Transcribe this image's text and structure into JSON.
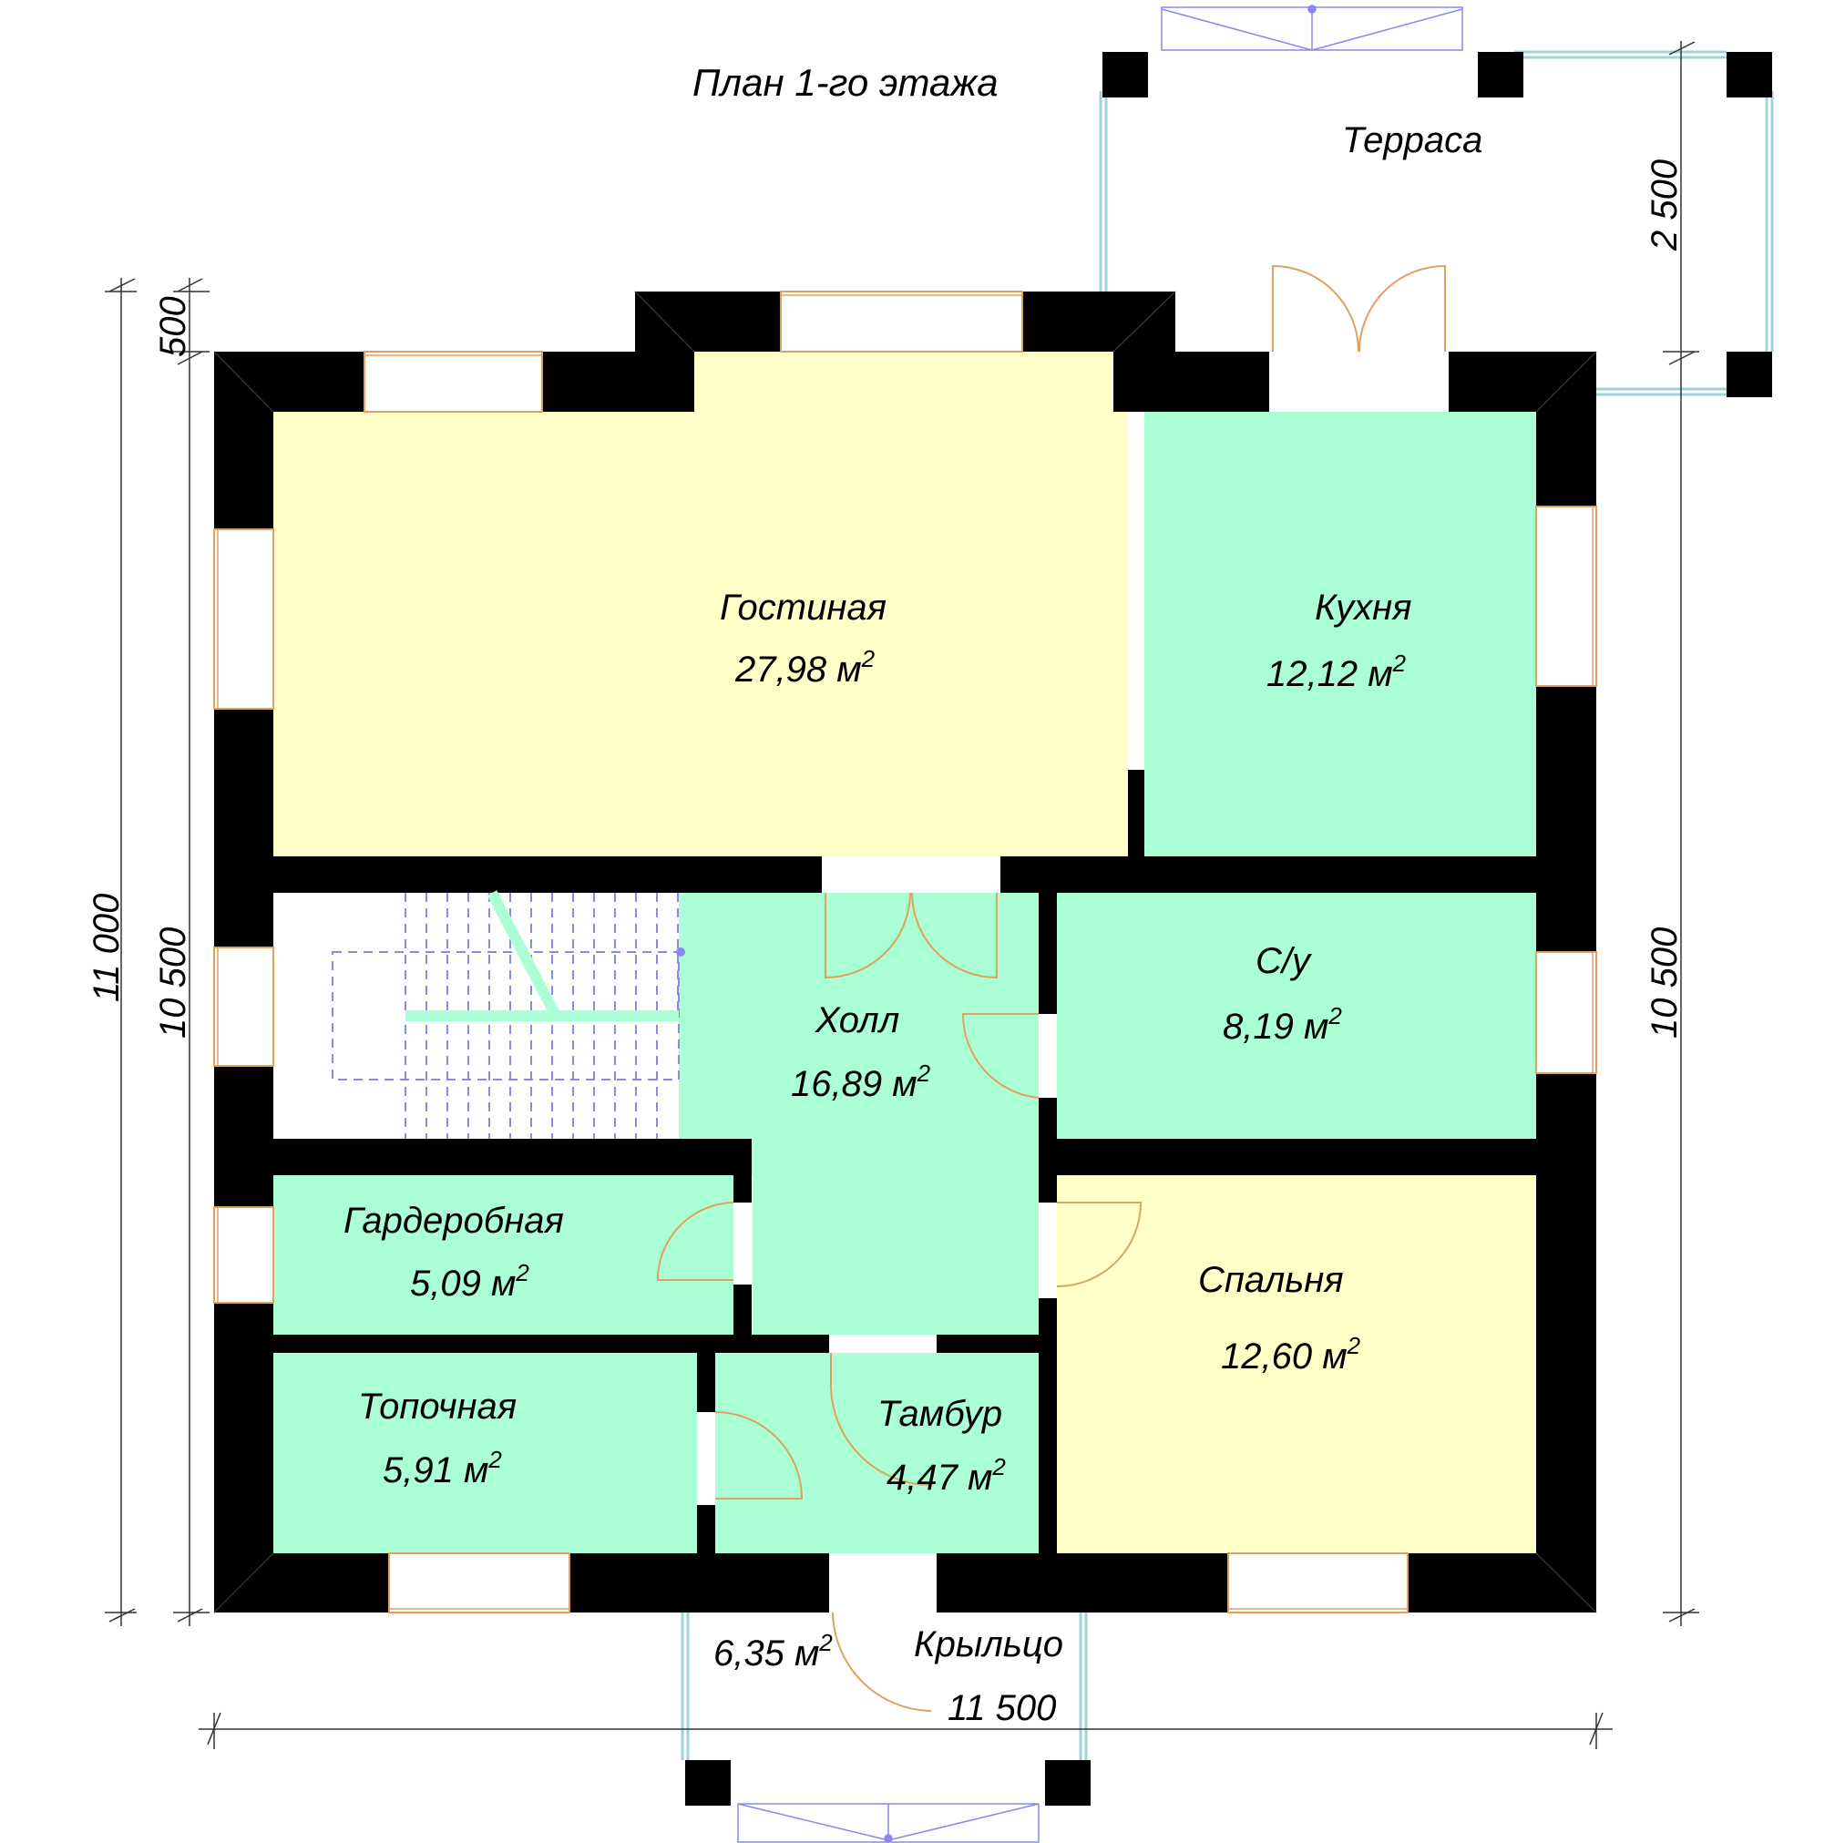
{
  "plan": {
    "title": "План 1-го этажа",
    "colors": {
      "wall": "#000000",
      "room_yellow": "#ffffc8",
      "room_green": "#aaffd4",
      "window": "#ffffff",
      "door_arc": "#e0a060",
      "terrace_rail": "#9fd4d4",
      "stair": "#8888ee"
    },
    "area_unit": "м",
    "area_exp": "2",
    "rooms": {
      "living": {
        "name": "Гостиная",
        "area": "27,98"
      },
      "kitchen": {
        "name": "Кухня",
        "area": "12,12"
      },
      "bathroom": {
        "name": "С/у",
        "area": "8,19"
      },
      "hall": {
        "name": "Холл",
        "area": "16,89"
      },
      "wardrobe": {
        "name": "Гардеробная",
        "area": "5,09"
      },
      "bedroom": {
        "name": "Спальня",
        "area": "12,60"
      },
      "furnace": {
        "name": "Топочная",
        "area": "5,91"
      },
      "vestibule": {
        "name": "Тамбур",
        "area": "4,47"
      },
      "porch": {
        "name": "Крыльцо",
        "area": "6,35"
      },
      "terrace": {
        "name": "Терраса"
      }
    },
    "dimensions": {
      "overall_height": "11 000",
      "left_height": "10 500",
      "top_offset": "500",
      "right_height": "10 500",
      "terrace_depth": "2 500",
      "width": "11 500"
    }
  }
}
